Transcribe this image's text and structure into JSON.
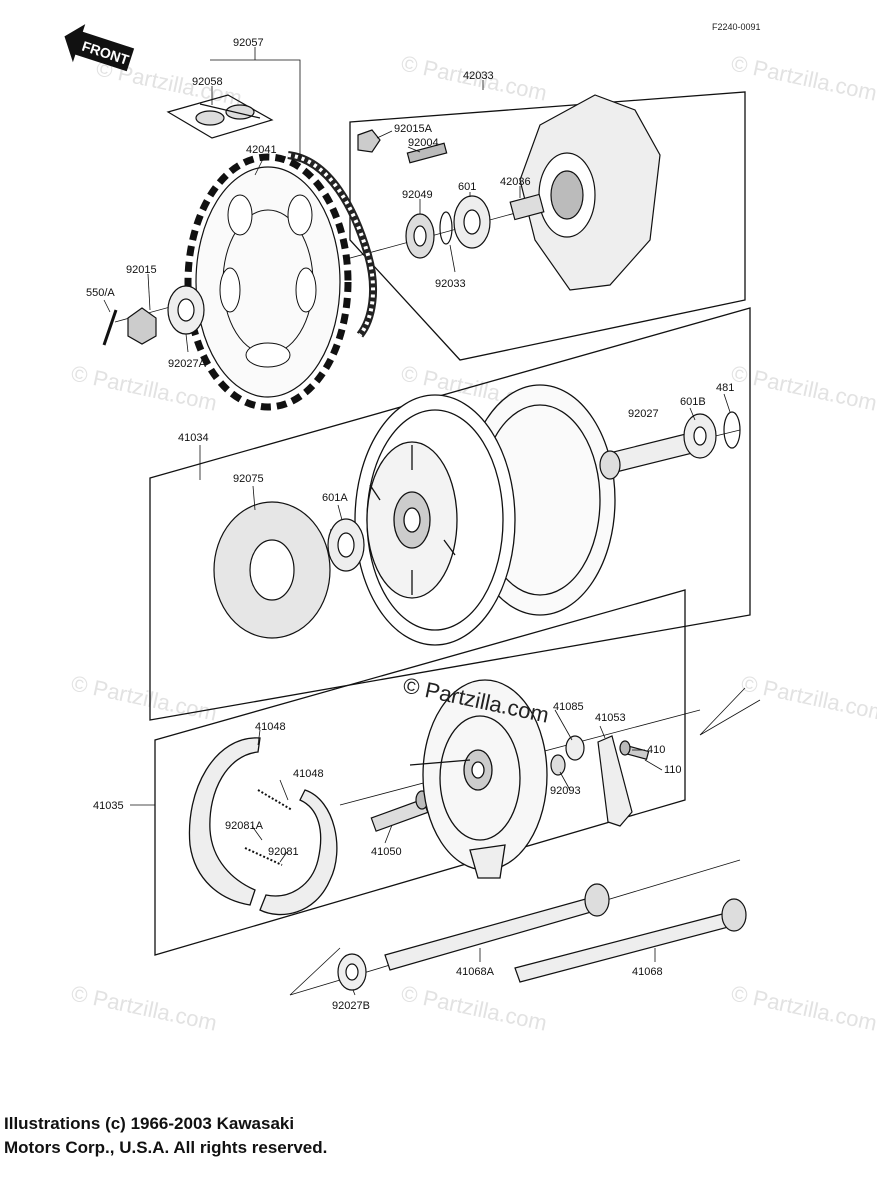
{
  "ref_code": "F2240-0091",
  "front_badge": "FRONT",
  "watermark_main": "© Partzilla.com",
  "watermark_faint": "© Partzilla.com",
  "parts": {
    "p92057": "92057",
    "p92058": "92058",
    "p42033": "42033",
    "p92015A": "92015A",
    "p92004": "92004",
    "p42041": "42041",
    "p92049": "92049",
    "p601": "601",
    "p42036": "42036",
    "p92033": "92033",
    "p92015": "92015",
    "p550A": "550/A",
    "p92027A": "92027A",
    "p481": "481",
    "p601B": "601B",
    "p92027": "92027",
    "p41034": "41034",
    "p92075": "92075",
    "p601A": "601A",
    "p41048a": "41048",
    "p41048b": "41048",
    "p41085": "41085",
    "p41053": "41053",
    "p410": "410",
    "p110": "110",
    "p92093": "92093",
    "p41035": "41035",
    "p92081A": "92081A",
    "p92081": "92081",
    "p41050": "41050",
    "p41068A": "41068A",
    "p41068": "41068",
    "p92027B": "92027B"
  },
  "copyright": {
    "line1": "Illustrations (c) 1966-2003 Kawasaki",
    "line2": "Motors Corp., U.S.A.  All rights reserved."
  }
}
